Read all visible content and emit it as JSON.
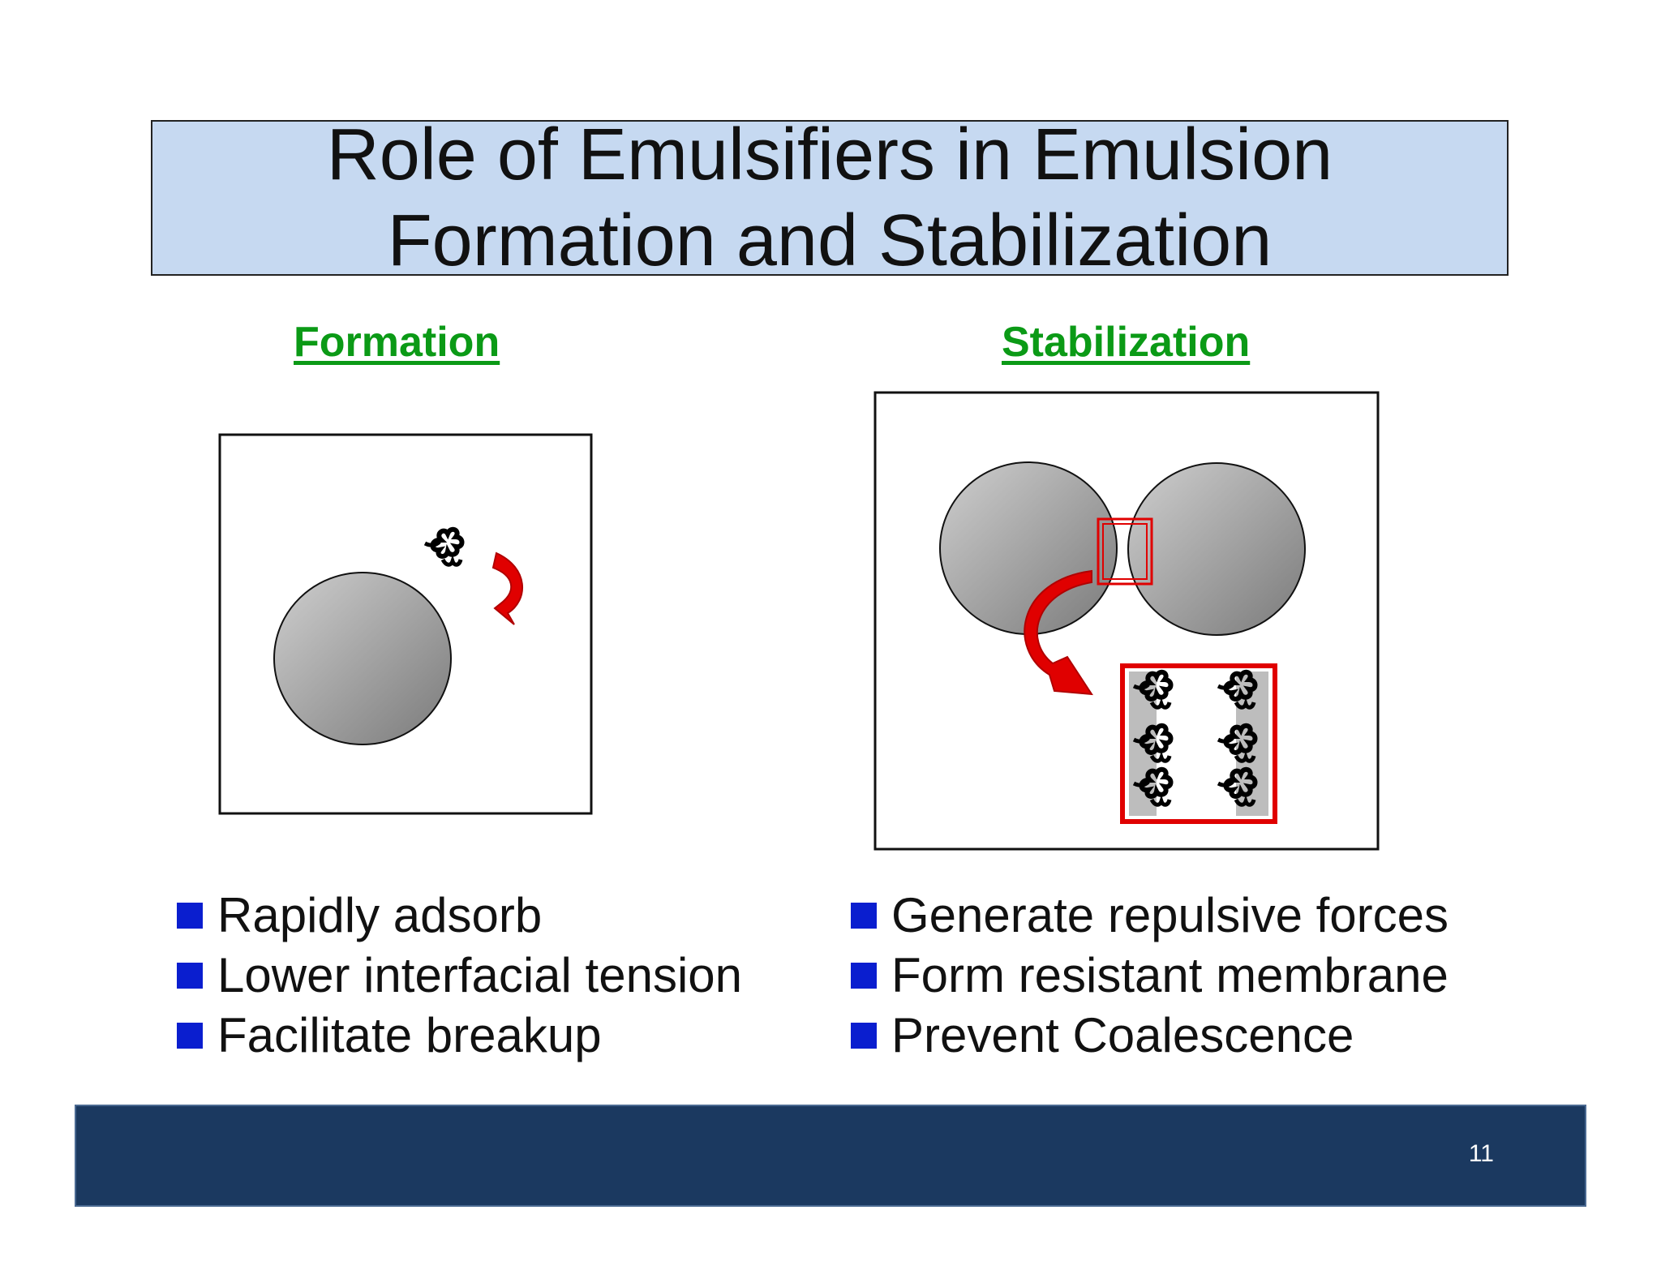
{
  "slide": {
    "title": "Role of Emulsifiers in Emulsion Formation and Stabilization",
    "page_number": "11"
  },
  "formation": {
    "heading": "Formation",
    "bullets": [
      "Rapidly adsorb",
      "Lower interfacial tension",
      "Facilitate breakup"
    ]
  },
  "stabilization": {
    "heading": "Stabilization",
    "bullets": [
      "Generate repulsive forces",
      "Form resistant membrane",
      "Prevent Coalescence"
    ]
  },
  "colors": {
    "title_background": "#c6d9f1",
    "heading_green": "#0b9a16",
    "bullet_blue": "#0a1ecf",
    "arrow_red": "#e00000",
    "footer_navy": "#1b3960"
  }
}
